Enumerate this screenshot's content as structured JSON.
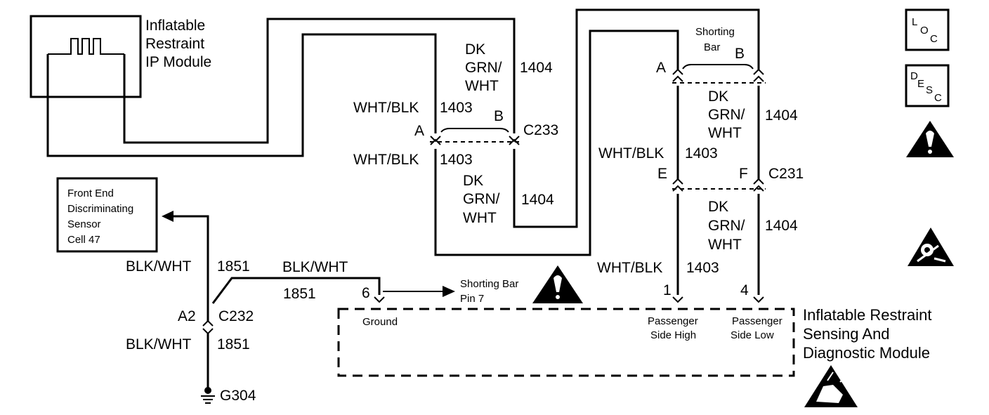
{
  "ip_module": {
    "line1": "Inflatable",
    "line2": "Restraint",
    "line3": "IP Module"
  },
  "sensor": {
    "line1": "Front End",
    "line2": "Discriminating",
    "line3": "Sensor",
    "line4": "Cell 47"
  },
  "sdm": {
    "line1": "Inflatable Restraint",
    "line2": "Sensing And",
    "line3": "Diagnostic Module"
  },
  "wires": {
    "dk_grn_1": "DK",
    "dk_grn_2": "GRN/",
    "dk_grn_3": "WHT",
    "wht_blk": "WHT/BLK",
    "blk_wht": "BLK/WHT",
    "circuit_1403": "1403",
    "circuit_1404": "1404",
    "circuit_1851": "1851"
  },
  "connectors": {
    "c233": "C233",
    "c231": "C231",
    "c232": "C232",
    "pin_a": "A",
    "pin_b": "B",
    "pin_e": "E",
    "pin_f": "F",
    "pin_a2": "A2",
    "pin_1": "1",
    "pin_4": "4",
    "pin_6": "6"
  },
  "shorting_bar": {
    "line1": "Shorting",
    "line2": "Bar"
  },
  "shorting_bar_pin": {
    "line1": "Shorting Bar",
    "line2": "Pin 7"
  },
  "ground_label": "Ground",
  "ground_point": "G304",
  "pins_sdm": {
    "high_1": "Passenger",
    "high_2": "Side High",
    "low_1": "Passenger",
    "low_2": "Side Low"
  },
  "legend": {
    "loc": {
      "l": "L",
      "o": "O",
      "c": "C"
    },
    "desc": {
      "d": "D",
      "e": "E",
      "s": "S",
      "c": "C"
    }
  },
  "icons": [
    "warning-triangle-icon",
    "airbag-service-icon",
    "esd-caution-icon",
    "location-icon",
    "description-icon",
    "ground-icon"
  ]
}
